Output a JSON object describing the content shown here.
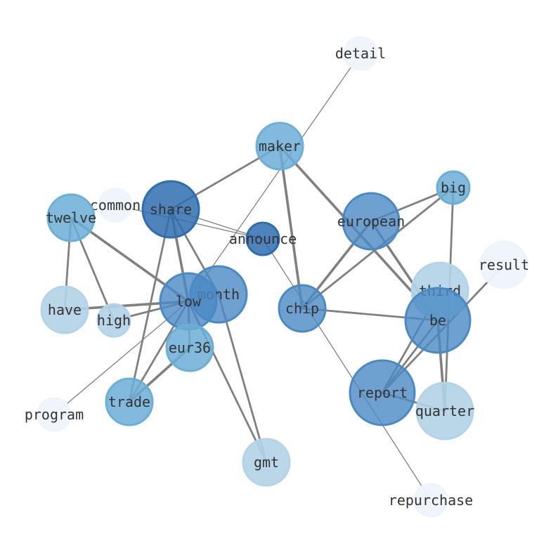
{
  "colors": {
    "background": "#ffffff",
    "edge": "#808080",
    "label": "#333333",
    "shade_1": "#eef4fb",
    "shade_2": "#b3d3e8",
    "shade_3": "#6baed6",
    "shade_4": "#4a8ac4",
    "shade_5": "#2f6db0"
  },
  "nodes": [
    {
      "id": "detail",
      "label": "detail",
      "shade": 1
    },
    {
      "id": "maker",
      "label": "maker",
      "shade": 3
    },
    {
      "id": "big",
      "label": "big",
      "shade": 3
    },
    {
      "id": "common",
      "label": "common",
      "shade": 1
    },
    {
      "id": "share",
      "label": "share",
      "shade": 5
    },
    {
      "id": "twelve",
      "label": "twelve",
      "shade": 3
    },
    {
      "id": "european",
      "label": "european",
      "shade": 4
    },
    {
      "id": "announce",
      "label": "announce",
      "shade": 5
    },
    {
      "id": "result",
      "label": "result",
      "shade": 1
    },
    {
      "id": "third",
      "label": "third",
      "shade": 2
    },
    {
      "id": "month",
      "label": "month",
      "shade": 4
    },
    {
      "id": "low",
      "label": "low",
      "shade": 4
    },
    {
      "id": "have",
      "label": "have",
      "shade": 2
    },
    {
      "id": "high",
      "label": "high",
      "shade": 2
    },
    {
      "id": "chip",
      "label": "chip",
      "shade": 4
    },
    {
      "id": "be",
      "label": "be",
      "shade": 4
    },
    {
      "id": "eur36",
      "label": "eur36",
      "shade": 3
    },
    {
      "id": "report",
      "label": "report",
      "shade": 4
    },
    {
      "id": "quarter",
      "label": "quarter",
      "shade": 2
    },
    {
      "id": "trade",
      "label": "trade",
      "shade": 3
    },
    {
      "id": "program",
      "label": "program",
      "shade": 1
    },
    {
      "id": "gmt",
      "label": "gmt",
      "shade": 2
    },
    {
      "id": "repurchase",
      "label": "repurchase",
      "shade": 1
    }
  ],
  "edges": [
    {
      "source": "detail",
      "target": "low",
      "weight": 1
    },
    {
      "source": "maker",
      "target": "share",
      "weight": 2
    },
    {
      "source": "maker",
      "target": "chip",
      "weight": 3
    },
    {
      "source": "maker",
      "target": "be",
      "weight": 3
    },
    {
      "source": "big",
      "target": "european",
      "weight": 2
    },
    {
      "source": "big",
      "target": "chip",
      "weight": 2
    },
    {
      "source": "big",
      "target": "quarter",
      "weight": 2
    },
    {
      "source": "common",
      "target": "announce",
      "weight": 1
    },
    {
      "source": "share",
      "target": "announce",
      "weight": 1
    },
    {
      "source": "share",
      "target": "low",
      "weight": 3
    },
    {
      "source": "share",
      "target": "month",
      "weight": 2
    },
    {
      "source": "share",
      "target": "trade",
      "weight": 2
    },
    {
      "source": "twelve",
      "target": "low",
      "weight": 3
    },
    {
      "source": "twelve",
      "target": "have",
      "weight": 2
    },
    {
      "source": "twelve",
      "target": "high",
      "weight": 2
    },
    {
      "source": "european",
      "target": "chip",
      "weight": 3
    },
    {
      "source": "european",
      "target": "be",
      "weight": 3
    },
    {
      "source": "announce",
      "target": "repurchase",
      "weight": 1
    },
    {
      "source": "result",
      "target": "report",
      "weight": 2
    },
    {
      "source": "third",
      "target": "report",
      "weight": 2
    },
    {
      "source": "month",
      "target": "gmt",
      "weight": 2
    },
    {
      "source": "low",
      "target": "have",
      "weight": 3
    },
    {
      "source": "low",
      "target": "high",
      "weight": 2
    },
    {
      "source": "low",
      "target": "eur36",
      "weight": 2
    },
    {
      "source": "low",
      "target": "trade",
      "weight": 2
    },
    {
      "source": "low",
      "target": "program",
      "weight": 1
    },
    {
      "source": "low",
      "target": "gmt",
      "weight": 2
    },
    {
      "source": "chip",
      "target": "be",
      "weight": 2
    },
    {
      "source": "be",
      "target": "report",
      "weight": 2
    },
    {
      "source": "be",
      "target": "quarter",
      "weight": 3
    },
    {
      "source": "report",
      "target": "quarter",
      "weight": 2
    },
    {
      "source": "eur36",
      "target": "trade",
      "weight": 3
    }
  ]
}
